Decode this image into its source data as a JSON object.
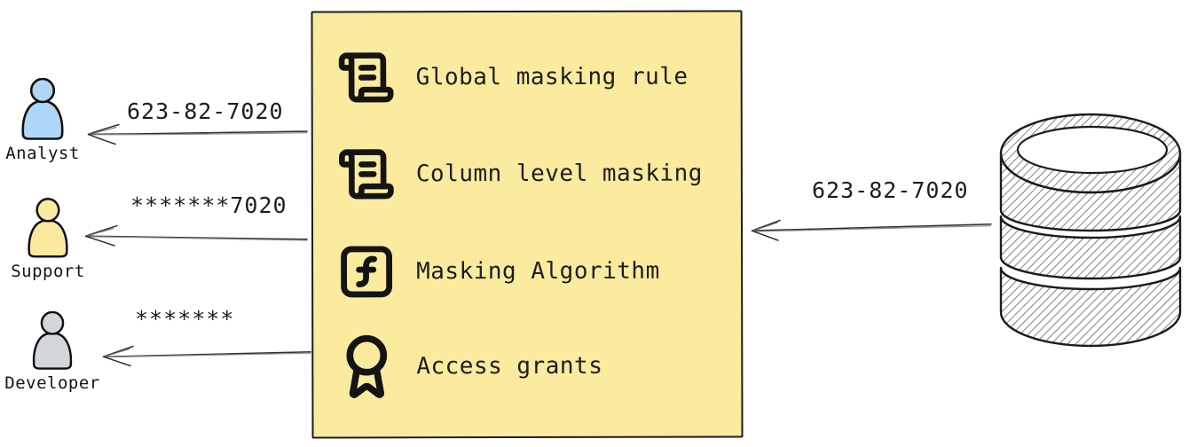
{
  "personas": [
    {
      "name": "Analyst",
      "received_value": "623-82-7020",
      "color": "#aed6f7"
    },
    {
      "name": "Support",
      "received_value": "*******7020",
      "color": "#fce9a0"
    },
    {
      "name": "Developer",
      "received_value": "*******",
      "color": "#d3d7db"
    }
  ],
  "policy_box": {
    "fill": "#fbeb9e",
    "border_color": "#1d1d1d",
    "items": [
      {
        "icon": "scroll-text-icon",
        "label": "Global masking rule"
      },
      {
        "icon": "scroll-text-icon",
        "label": "Column level masking"
      },
      {
        "icon": "function-square-icon",
        "label": "Masking Algorithm"
      },
      {
        "icon": "award-icon",
        "label": "Access grants"
      }
    ]
  },
  "database": {
    "value_label": "623-82-7020"
  },
  "colors": {
    "canvas_bg": "#ffffff",
    "ink": "#1e1e1e",
    "arrow": "#2e2e2e",
    "arrow_echo": "#8f8f8f",
    "hatch": "#4d4d4d"
  }
}
